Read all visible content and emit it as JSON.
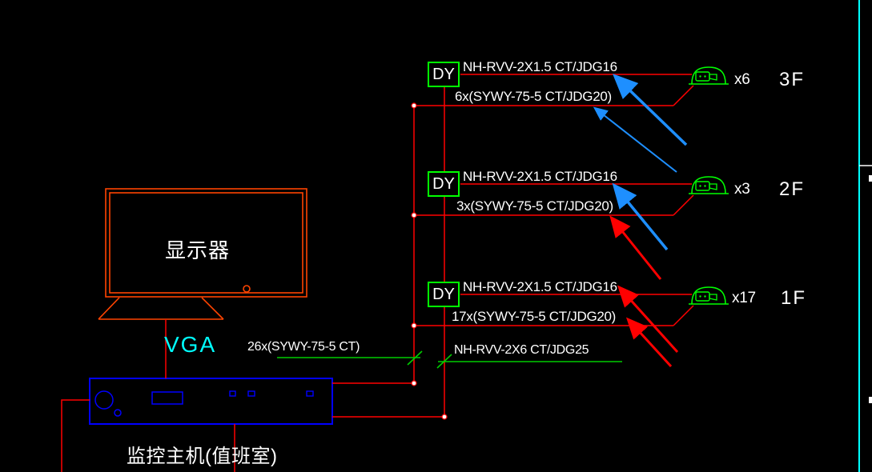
{
  "colors": {
    "background": "#000000",
    "wire_red": "#ff0000",
    "monitor_orange": "#ff4400",
    "host_blue": "#0000ff",
    "symbol_green": "#00ff00",
    "cable_green": "#00cc00",
    "cyan": "#00ffff",
    "leader_blue": "#1e8fff",
    "text_white": "#ffffff"
  },
  "monitor": {
    "label": "显示器"
  },
  "vga": {
    "label": "VGA"
  },
  "host": {
    "label": "监控主机(值班室)"
  },
  "trunk_cables": [
    {
      "label": "26x(SYWY-75-5 CT)"
    },
    {
      "label": "NH-RVV-2X6 CT/JDG25"
    }
  ],
  "floors": [
    {
      "name": "3F",
      "dy": "DY",
      "upper_cable": "NH-RVV-2X1.5 CT/JDG16",
      "lower_cable": "6x(SYWY-75-5 CT/JDG20)",
      "camera_count": "x6"
    },
    {
      "name": "2F",
      "dy": "DY",
      "upper_cable": "NH-RVV-2X1.5 CT/JDG16",
      "lower_cable": "3x(SYWY-75-5 CT/JDG20)",
      "camera_count": "x3"
    },
    {
      "name": "1F",
      "dy": "DY",
      "upper_cable": "NH-RVV-2X1.5 CT/JDG16",
      "lower_cable": "17x(SYWY-75-5 CT/JDG20)",
      "camera_count": "x17"
    }
  ]
}
